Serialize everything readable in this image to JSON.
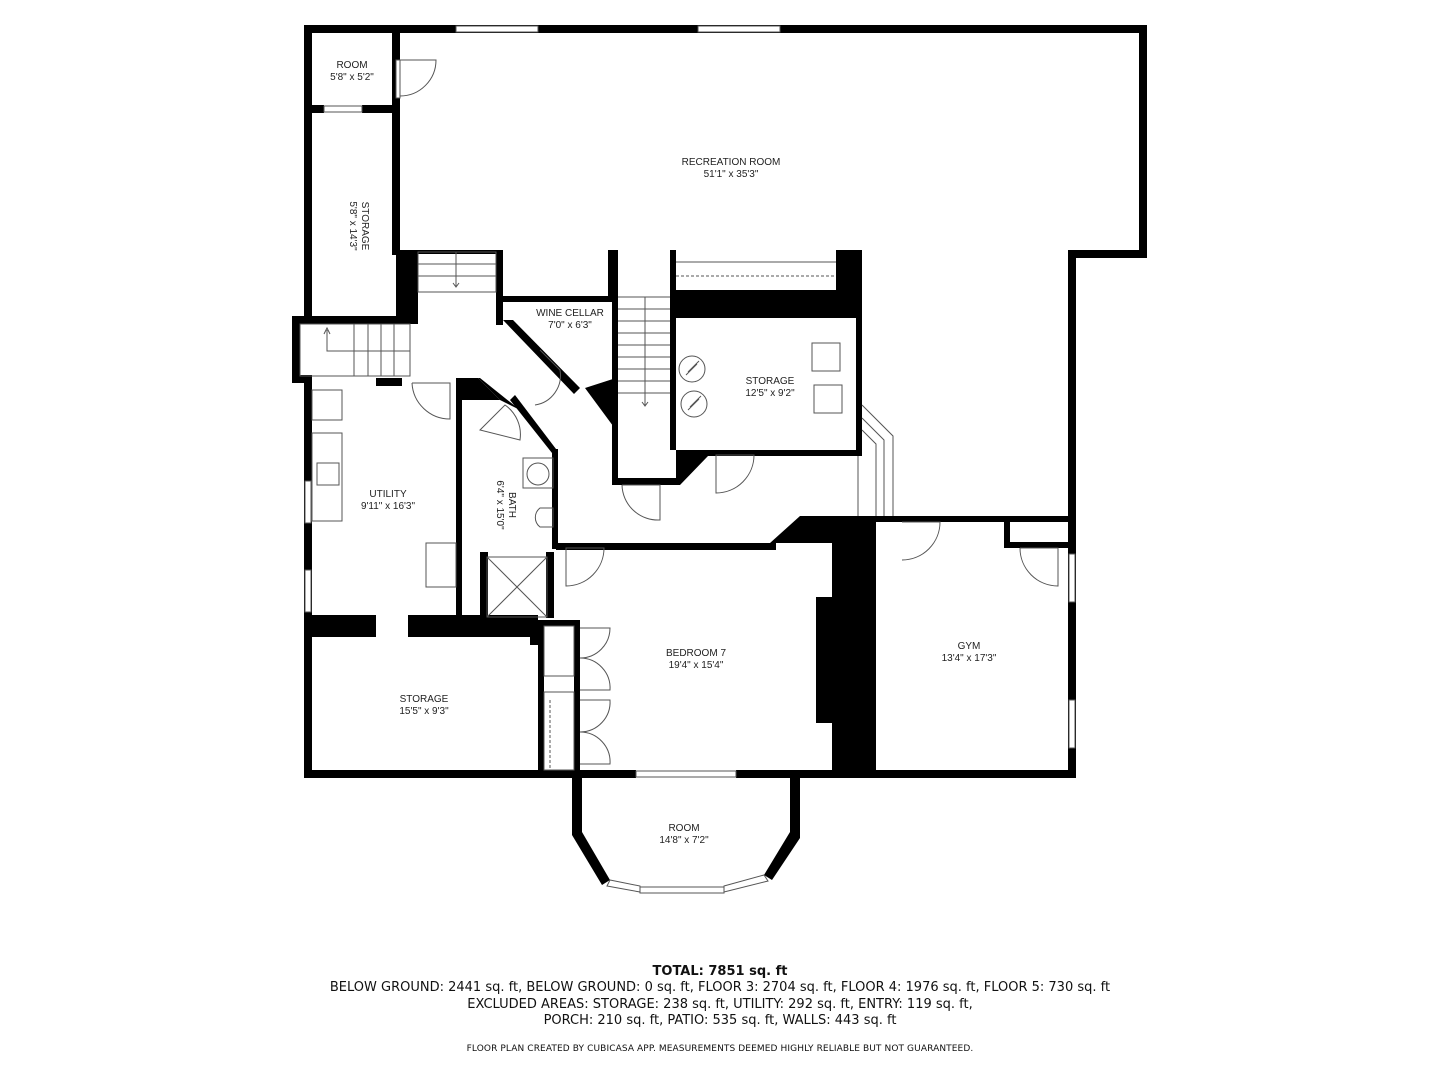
{
  "rooms": {
    "room_small": {
      "name": "ROOM",
      "dims": "5'8\" x 5'2\""
    },
    "recreation": {
      "name": "RECREATION ROOM",
      "dims": "51'1\" x 35'3\""
    },
    "storage_vertical": {
      "name": "STORAGE",
      "dims": "5'8\" x 14'3\""
    },
    "wine_cellar": {
      "name": "WINE CELLAR",
      "dims": "7'0\" x 6'3\""
    },
    "storage_mid": {
      "name": "STORAGE",
      "dims": "12'5\" x 9'2\""
    },
    "utility": {
      "name": "UTILITY",
      "dims": "9'11\" x 16'3\""
    },
    "bath": {
      "name": "BATH",
      "dims": "6'4\" x 15'0\""
    },
    "bedroom7": {
      "name": "BEDROOM 7",
      "dims": "19'4\" x 15'4\""
    },
    "gym": {
      "name": "GYM",
      "dims": "13'4\" x 17'3\""
    },
    "storage_lower": {
      "name": "STORAGE",
      "dims": "15'5\" x 9'3\""
    },
    "room_bay": {
      "name": "ROOM",
      "dims": "14'8\" x 7'2\""
    }
  },
  "summary": {
    "total": "TOTAL: 7851 sq. ft",
    "line1": "BELOW GROUND: 2441 sq. ft, BELOW GROUND: 0 sq. ft, FLOOR 3: 2704 sq. ft, FLOOR 4: 1976 sq. ft, FLOOR 5: 730 sq. ft",
    "line2": "EXCLUDED AREAS: STORAGE: 238 sq. ft, UTILITY: 292 sq. ft, ENTRY: 119 sq. ft,",
    "line3": "PORCH: 210 sq. ft, PATIO: 535 sq. ft, WALLS: 443 sq. ft",
    "credit": "FLOOR PLAN CREATED BY CUBICASA APP. MEASUREMENTS DEEMED HIGHLY RELIABLE BUT NOT GUARANTEED."
  },
  "colors": {
    "wall": "#000000",
    "line": "#555555",
    "background": "#ffffff",
    "text": "#222222"
  }
}
